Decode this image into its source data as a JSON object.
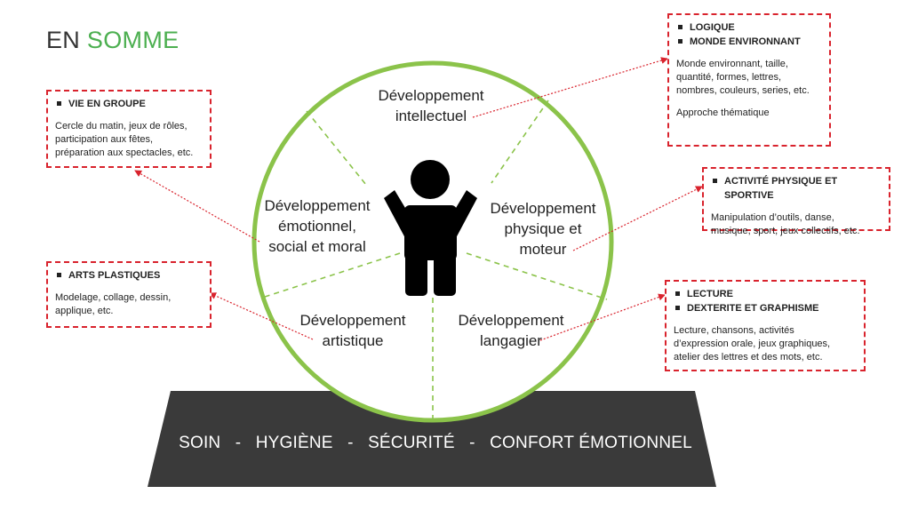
{
  "title": {
    "prefix": "EN",
    "accent": "SOMME"
  },
  "domains": {
    "intellectuel": [
      "Développement",
      "intellectuel"
    ],
    "emotionnel": [
      "Développement",
      "émotionnel,",
      "social et moral"
    ],
    "physique": [
      "Développement",
      "physique et",
      "moteur"
    ],
    "artistique": [
      "Développement",
      "artistique"
    ],
    "langagier": [
      "Développement",
      "langagier"
    ]
  },
  "boxes": {
    "vie_groupe": {
      "items": [
        "VIE EN GROUPE"
      ],
      "text": [
        "Cercle du matin, jeux de rôles,",
        "participation aux fêtes,",
        "préparation aux spectacles, etc."
      ]
    },
    "arts": {
      "items": [
        "ARTS PLASTIQUES"
      ],
      "text": [
        "Modelage, collage, dessin,",
        "applique, etc."
      ]
    },
    "logique": {
      "items": [
        "LOGIQUE",
        "MONDE ENVIRONNANT"
      ],
      "text": [
        "Monde environnant, taille,",
        "quantité, formes, lettres,",
        "nombres, couleurs, series, etc."
      ],
      "text2": "Approche thématique"
    },
    "activite": {
      "items": [
        "ACTIVITÉ PHYSIQUE ET SPORTIVE"
      ],
      "text": [
        "Manipulation d’outils, danse,",
        "musique, sport, jeux collectifs, etc."
      ]
    },
    "lecture": {
      "items": [
        "LECTURE",
        "DEXTERITE ET GRAPHISME"
      ],
      "text": [
        "Lecture, chansons, activités",
        "d’expression orale, jeux graphiques,",
        "atelier des lettres et des mots, etc."
      ]
    }
  },
  "platform": "SOIN   -   HYGIÈNE   -   SÉCURITÉ   -   CONFORT ÉMOTIONNEL",
  "colors": {
    "accent_green": "#4caf50",
    "circle_green": "#8bc34a",
    "border_red": "#d9232d",
    "platform": "#3a3a3a"
  }
}
